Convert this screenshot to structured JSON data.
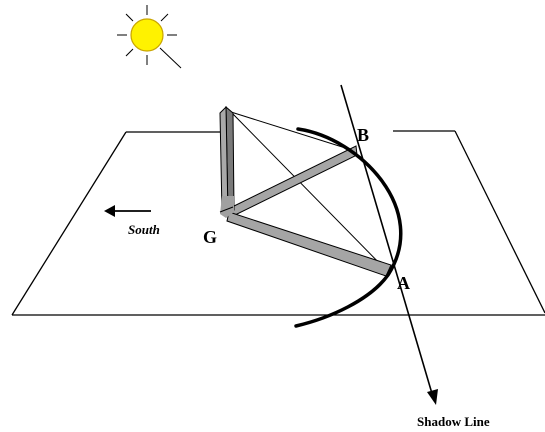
{
  "labels": {
    "south": "South",
    "point_g": "G",
    "point_b": "B",
    "point_a": "A",
    "shadow_line": "Shadow Line"
  },
  "icons": {
    "sun": "sun-icon",
    "south_arrow": "arrow-left-icon"
  },
  "colors": {
    "sun_fill": "#FFF200",
    "sun_outline": "#C9A400",
    "gnomon_front": "#A9A9A9",
    "gnomon_side": "#7A7A7A",
    "shadow_arm": "#A5A5A5",
    "lines": "#000000",
    "background": "#FFFFFF"
  }
}
